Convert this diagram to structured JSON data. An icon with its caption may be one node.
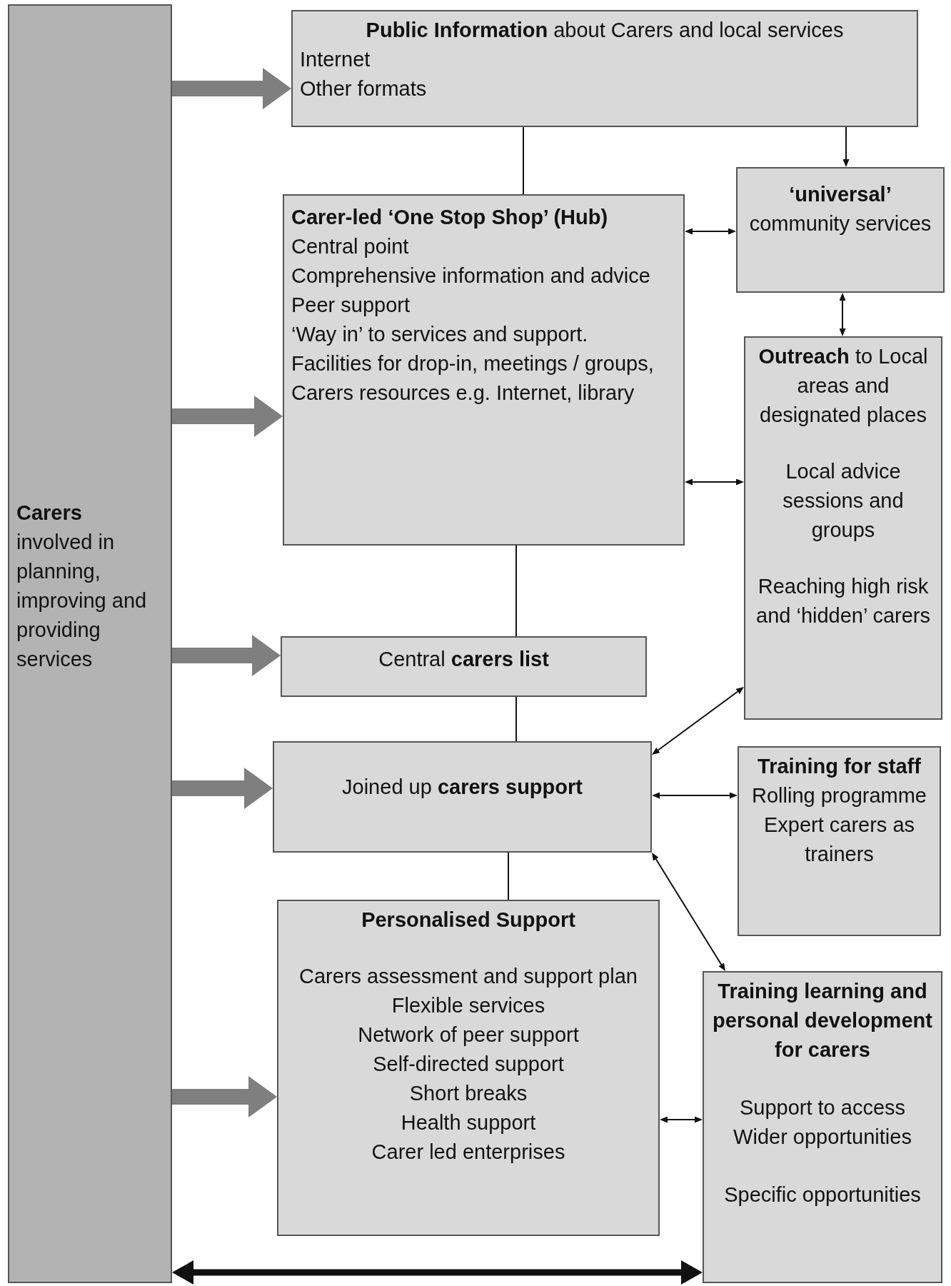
{
  "diagram": {
    "nodes": [
      {
        "text": [
          "Carers",
          "involved in planning, improving and providing services"
        ]
      },
      {
        "text": [
          "**Public Information** about Carers and local services",
          "Internet",
          "Other formats"
        ]
      },
      {
        "text": [
          "Carer-led ‘One Stop Shop’ (Hub)",
          "Central point",
          "Comprehensive information and advice",
          "Peer support",
          "‘Way in’ to services and support.",
          "Facilities for drop-in, meetings / groups,",
          "Carers resources e.g. Internet, library"
        ]
      },
      {
        "text": [
          "**‘universal’** community services"
        ]
      },
      {
        "text": [
          "**Outreach** to Local areas and designated places",
          "Local advice sessions and groups",
          "Reaching high risk and ‘hidden’ carers"
        ]
      },
      {
        "text": [
          "Central **carers list**"
        ]
      },
      {
        "text": [
          "Joined up **carers support**"
        ]
      },
      {
        "text": [
          "Training for staff",
          "Rolling programme",
          "Expert carers as trainers"
        ]
      },
      {
        "text": [
          "Personalised Support",
          "Carers assessment and support plan",
          "Flexible services",
          "Network of peer support",
          "Self-directed support",
          "Short breaks",
          "Health support",
          "Carer led enterprises"
        ]
      },
      {
        "text": [
          "Training learning and personal development for carers",
          "Support to access Wider opportunities",
          "Specific opportunities"
        ]
      }
    ],
    "edges": [
      {
        "from": 0,
        "to": 1,
        "arrow": "to",
        "style": "thick",
        "color": "#7f7f7f"
      },
      {
        "from": 0,
        "to": 2,
        "arrow": "to",
        "style": "thick",
        "color": "#7f7f7f"
      },
      {
        "from": 0,
        "to": 5,
        "arrow": "to",
        "style": "thick",
        "color": "#7f7f7f"
      },
      {
        "from": 0,
        "to": 6,
        "arrow": "to",
        "style": "thick",
        "color": "#7f7f7f"
      },
      {
        "from": 0,
        "to": 8,
        "arrow": "to",
        "style": "thick",
        "color": "#7f7f7f"
      },
      {
        "from": 1,
        "to": 2,
        "arrow": "none"
      },
      {
        "from": 1,
        "to": 3,
        "arrow": "to"
      },
      {
        "from": 2,
        "to": 3,
        "arrow": "both"
      },
      {
        "from": 3,
        "to": 4,
        "arrow": "both"
      },
      {
        "from": 2,
        "to": 4,
        "arrow": "both"
      },
      {
        "from": 2,
        "to": 5,
        "arrow": "none"
      },
      {
        "from": 5,
        "to": 6,
        "arrow": "none"
      },
      {
        "from": 6,
        "to": 4,
        "arrow": "both"
      },
      {
        "from": 6,
        "to": 7,
        "arrow": "both"
      },
      {
        "from": 6,
        "to": 9,
        "arrow": "both"
      },
      {
        "from": 6,
        "to": 8,
        "arrow": "none"
      },
      {
        "from": 8,
        "to": 9,
        "arrow": "both"
      },
      {
        "from": 0,
        "to": 9,
        "arrow": "both",
        "style": "thick"
      }
    ]
  }
}
